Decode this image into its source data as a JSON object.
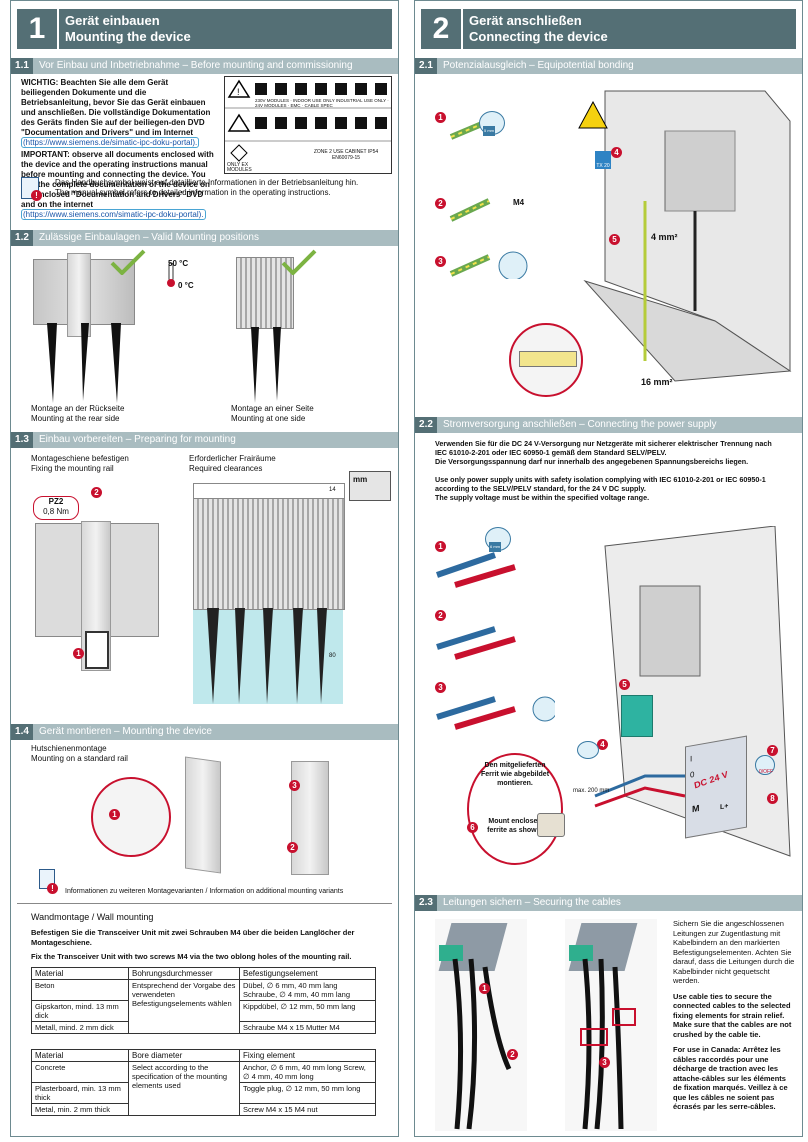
{
  "left": {
    "num": "1",
    "title_de": "Gerät einbauen",
    "title_en": "Mounting the device",
    "s11": {
      "num": "1.1",
      "title": "Vor Einbau und Inbetriebnahme – Before mounting and commissioning",
      "wichtig": "WICHTIG: Beachten Sie alle dem Gerät beiliegenden Dokumente und die Betriebsanleitung, bevor Sie das Gerät einbauen und anschließen. Die vollständige Dokumentation des Geräts finden Sie auf der beiliegen-den DVD \"Documentation and Drivers\" und im Internet",
      "link1": "(https://www.siemens.de/simatic-ipc-doku-portal).",
      "important": "IMPORTANT: observe all documents enclosed with the device and the operating instructions manual before mounting and connecting the device. You find the complete documentation of the device on the enclosed \"Documentation and Drivers\" DVD and on the internet",
      "link2": "(https://www.siemens.com/simatic-ipc-doku-portal).",
      "manual_de": "Das Handbuchsymbol weist auf detaillierte Informationen in der Betriebsanleitung hin.",
      "manual_en": "The manual symbol refers to detailed information in the operating instructions.",
      "sym_row1": [
        "230V MODULES",
        "INDOOR USE ONLY INDUSTRIAL USE ONLY",
        "24V MODULES",
        "EMC",
        "CABLE SPEC"
      ],
      "sym_only_ex": "ONLY EX MODULES",
      "sym_zone": "ZONE 2 USE CABINET IP54 EN60079-15"
    },
    "s12": {
      "num": "1.2",
      "title": "Zulässige Einbaulagen – Valid Mounting positions",
      "t_hi": "50 °C",
      "t_lo": "0 °C",
      "rear_de": "Montage an der Rückseite",
      "rear_en": "Mounting at the rear side",
      "side_de": "Montage an einer Seite",
      "side_en": "Mounting at one side"
    },
    "s13": {
      "num": "1.3",
      "title": "Einbau vorbereiten – Preparing for mounting",
      "rail_de": "Montageschiene befestigen",
      "rail_en": "Fixing the mounting rail",
      "clear_de": "Erforderlicher Frairäume",
      "clear_en": "Required clearances",
      "pz": "PZ2",
      "torque": "0,8 Nm",
      "mm": "mm",
      "dim14": "14",
      "dim80": "80"
    },
    "s14": {
      "num": "1.4",
      "title": "Gerät montieren – Mounting the device",
      "rail_de": "Hutschienenmontage",
      "rail_en": "Mounting on a standard rail",
      "info": "Informationen zu weiteren Montagevarianten / Information on additional mounting variants"
    },
    "wall": {
      "title": "Wandmontage / Wall mounting",
      "de": "Befestigen Sie die Transceiver Unit mit zwei Schrauben M4 über die beiden Langlöcher der Montageschiene.",
      "en": "Fix the Transceiver Unit with two screws M4 via the two oblong holes of the mounting rail.",
      "table_de": {
        "headers": [
          "Material",
          "Bohrungsdurchmesser",
          "Befestigungselement"
        ],
        "rows": [
          [
            "Beton",
            "Entsprechend der Vorgabe des verwendeten Befestigungselements wählen",
            "Dübel, ∅ 6 mm, 40 mm lang Schraube, ∅ 4 mm, 40 mm lang"
          ],
          [
            "Gipskarton, mind. 13 mm dick",
            "",
            "Kippdübel, ∅ 12 mm, 50 mm lang"
          ],
          [
            "Metall, mind. 2 mm dick",
            "",
            "Schraube M4 x 15 Mutter M4"
          ]
        ]
      },
      "table_en": {
        "headers": [
          "Material",
          "Bore diameter",
          "Fixing element"
        ],
        "rows": [
          [
            "Concrete",
            "Select according to the specification of the mounting elements used",
            "Anchor, ∅ 6 mm, 40 mm long Screw, ∅ 4 mm, 40 mm long"
          ],
          [
            "Plasterboard, min. 13 mm thick",
            "",
            "Toggle plug, ∅ 12 mm, 50 mm long"
          ],
          [
            "Metal, min. 2 mm thick",
            "",
            "Screw M4 x 15 M4 nut"
          ]
        ]
      }
    }
  },
  "right": {
    "num": "2",
    "title_de": "Gerät anschließen",
    "title_en": "Connecting the device",
    "s21": {
      "num": "2.1",
      "title": "Potenzialausgleich – Equipotential bonding",
      "m4": "M4",
      "w4": "4 mm²",
      "w16": "16 mm²",
      "tx": "TX 20",
      "strip": "5 mm"
    },
    "s22": {
      "num": "2.2",
      "title": "Stromversorgung anschließen – Connecting the power supply",
      "de1": "Verwenden Sie für die DC 24 V-Versorgung nur Netzgeräte mit sicherer elektrischer Trennung nach IEC 61010-2-201 oder IEC 60950-1 gemäß dem Standard SELV/PELV.",
      "de2": "Die Versorgungsspannung darf nur innerhalb des angegebenen Spannungsbereichs liegen.",
      "en1": "Use only power supply units with safety isolation complying with IEC 61010-2-201 or IEC 60950-1 according to the SELV/PELV standard, for the 24 V DC supply.",
      "en2": "The supply voltage must be within the specified voltage range.",
      "ferrite_de": "Den mitgelieferten Ferrit wie abgebildet montieren.",
      "ferrite_en": "Mount enclosed ferrite as shown.",
      "max": "max. 200 mm",
      "dc": "DC 24 V",
      "m": "M",
      "lplus": "L+",
      "off": "0/OFF",
      "i": "I",
      "o": "0",
      "strip": "6 mm"
    },
    "s23": {
      "num": "2.3",
      "title": "Leitungen sichern – Securing the cables",
      "de": "Sichern Sie die angeschlossenen Leitungen zur Zugentlastung mit Kabelbindern an den markierten Befestigungselementen. Achten Sie darauf, dass die Leitungen durch die Kabelbinder nicht gequetscht werden.",
      "en": "Use cable ties to secure the connected cables to the selected fixing elements for strain relief. Make sure that the cables are not crushed by the cable tie.",
      "fr": "For use in Canada: Arrêtez les câbles raccordés pour une décharge de traction avec les attache-câbles sur les éléments de fixation marqués. Veillez à ce que les câbles ne soient pas écrasés par les serre-câbles."
    }
  },
  "colors": {
    "header": "#546f75",
    "section": "#a9bcc0",
    "badge": "#c8102e",
    "link": "#1a55a8"
  }
}
